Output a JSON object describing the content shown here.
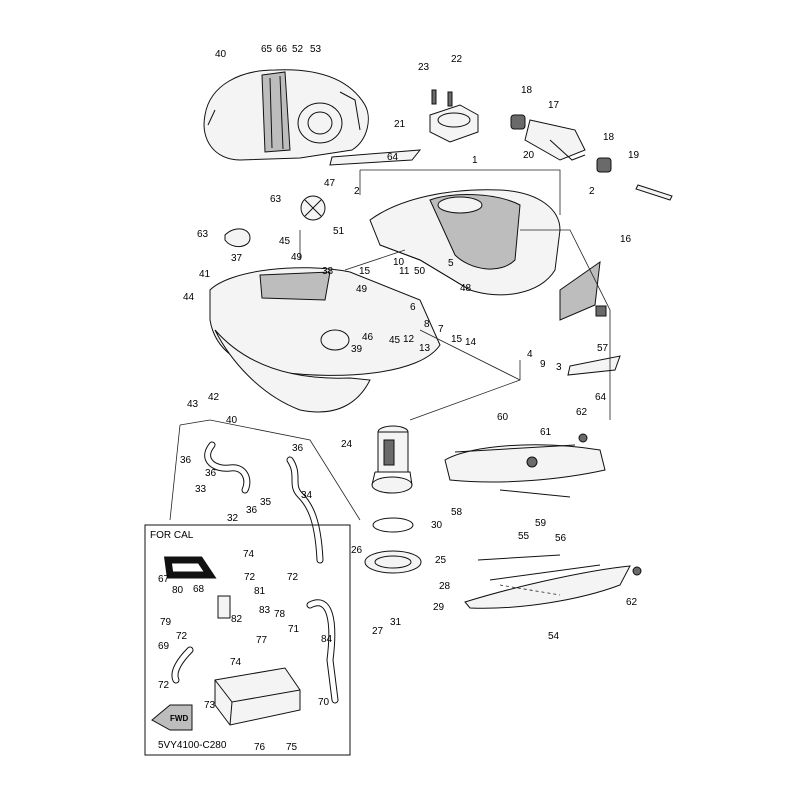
{
  "diagram_code": "5VY4100-C280",
  "for_cal_label": "FOR CAL",
  "fwd_label": "FWD",
  "callouts": [
    "1",
    "2",
    "2",
    "3",
    "4",
    "5",
    "6",
    "7",
    "8",
    "9",
    "10",
    "11",
    "12",
    "13",
    "14",
    "15",
    "15",
    "16",
    "17",
    "18",
    "18",
    "19",
    "20",
    "21",
    "22",
    "23",
    "24",
    "25",
    "26",
    "27",
    "28",
    "29",
    "30",
    "31",
    "32",
    "33",
    "34",
    "35",
    "36",
    "36",
    "36",
    "36",
    "37",
    "38",
    "39",
    "40",
    "40",
    "41",
    "42",
    "43",
    "44",
    "45",
    "45",
    "46",
    "47",
    "48",
    "49",
    "49",
    "50",
    "51",
    "52",
    "53",
    "54",
    "55",
    "56",
    "57",
    "58",
    "59",
    "60",
    "61",
    "62",
    "62",
    "63",
    "63",
    "64",
    "64",
    "65",
    "66",
    "67",
    "68",
    "69",
    "70",
    "71",
    "72",
    "72",
    "72",
    "72",
    "73",
    "74",
    "74",
    "75",
    "76",
    "77",
    "78",
    "79",
    "80",
    "81",
    "82",
    "83",
    "84"
  ]
}
